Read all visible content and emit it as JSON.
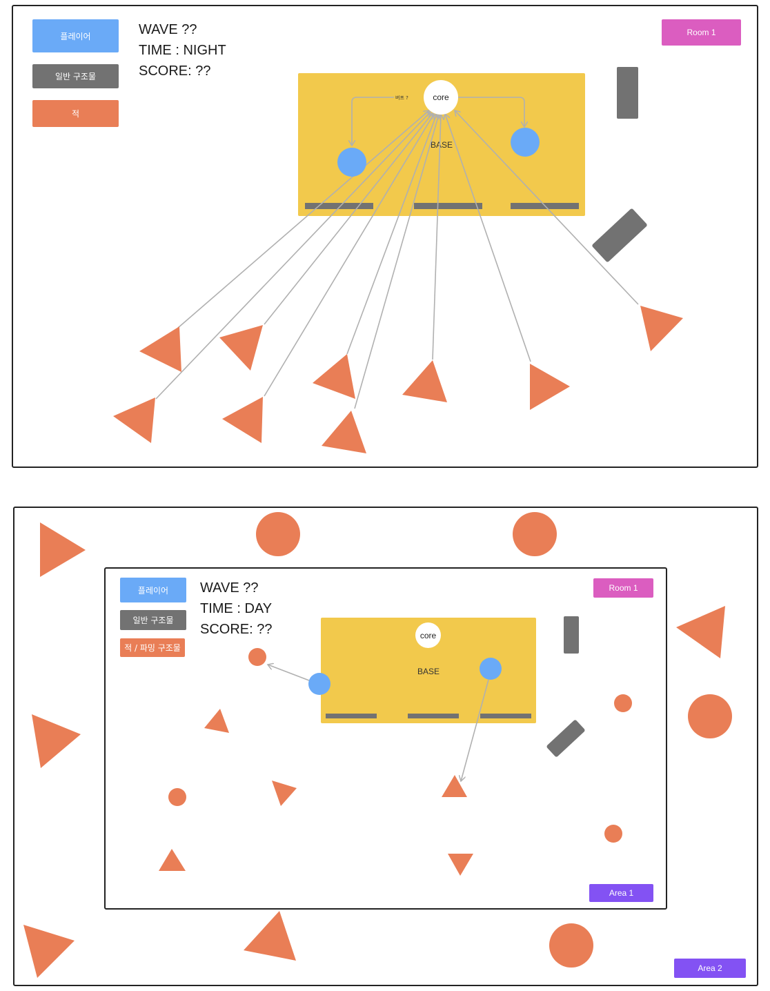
{
  "colors": {
    "player": "#6aaaf7",
    "structure": "#727272",
    "enemy": "#e97e56",
    "room": "#db5dc0",
    "area": "#8352f3",
    "base": "#f2c94c",
    "arrow": "#b0b0b0"
  },
  "night_scene": {
    "legend": {
      "player_label": "플레이어",
      "structure_label": "일반 구조물",
      "enemy_label": "적"
    },
    "hud": {
      "wave": "WAVE ??",
      "time": "TIME : NIGHT",
      "score": "SCORE: ??"
    },
    "room_tag": "Room 1",
    "base_label": "BASE",
    "core_label": "core",
    "buff_label": "버프 ?"
  },
  "day_scene": {
    "legend": {
      "player_label": "플레이어",
      "structure_label": "일반 구조물",
      "enemy_label": "적 / 파밍 구조물"
    },
    "hud": {
      "wave": "WAVE ??",
      "time": "TIME : DAY",
      "score": "SCORE: ??"
    },
    "room_tag": "Room 1",
    "base_label": "BASE",
    "core_label": "core",
    "area1_tag": "Area 1",
    "area2_tag": "Area 2"
  }
}
